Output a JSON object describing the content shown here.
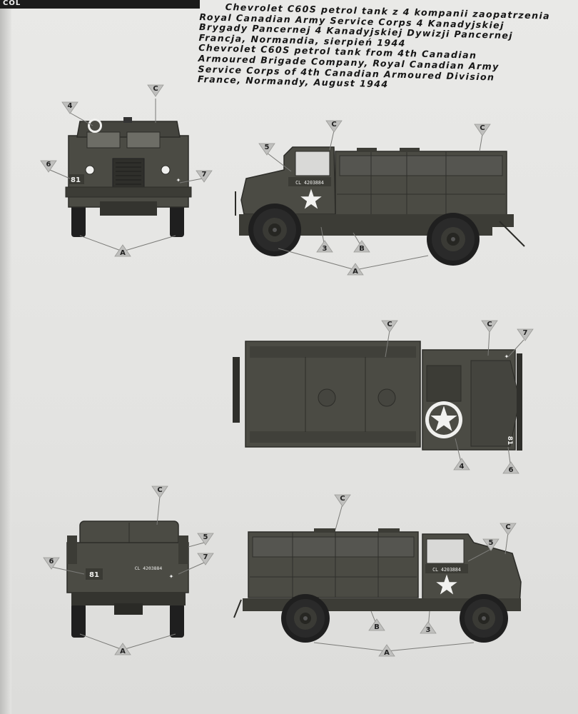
{
  "header": {
    "tab_label": "COL",
    "lines": [
      "Chevrolet C60S petrol tank z 4 kompanii zaopatrzenia",
      "Royal Canadian Army Service Corps 4 Kanadyjskiej",
      "Brygady Pancernej 4 Kanadyjskiej Dywizji Pancernej",
      "Francja, Normandia, sierpień 1944",
      "Chevrolet C60S petrol tank from 4th Canadian",
      "Armoured Brigade Company, Royal Canadian Army",
      "Service Corps of 4th Canadian Armoured Division",
      "France, Normandy, August 1944"
    ]
  },
  "markings": {
    "registration": "CL 4203884",
    "unit_number": "81"
  },
  "callouts": {
    "A": "A",
    "B": "B",
    "C": "C",
    "3": "3",
    "4": "4",
    "5": "5",
    "6": "6",
    "7": "7"
  },
  "colors": {
    "olive_drab": "#4b4b44",
    "olive_dark": "#34342f",
    "tire": "#1f1f1f",
    "callout_fill": "#bfbfbd",
    "paper": "#e6e6e4"
  },
  "views": [
    "front-view",
    "left-side-view",
    "top-view",
    "rear-view",
    "right-side-view"
  ]
}
